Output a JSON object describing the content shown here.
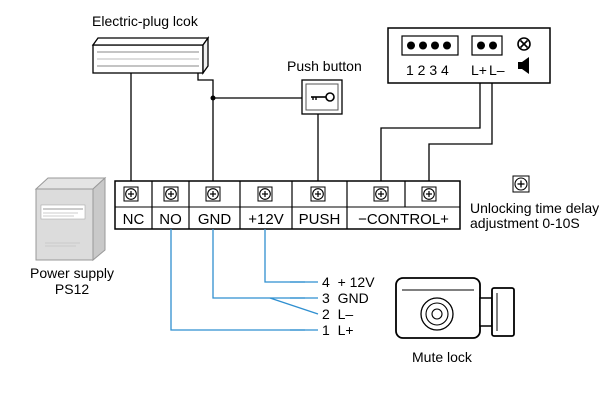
{
  "labels": {
    "electric_plug_lock": "Electric-plug lcok",
    "push_button": "Push button",
    "power_supply_line1": "Power supply",
    "power_supply_line2": "PS12",
    "unlocking_line1": "Unlocking time delay",
    "unlocking_line2": "adjustment   0-10S",
    "mute_lock": "Mute lock"
  },
  "control_box": {
    "digits": "1 2 3 4",
    "lplus": "L+",
    "lminus": "L–"
  },
  "terminals": [
    "NC",
    "NO",
    "GND",
    "+12V",
    "PUSH",
    "−CONTROL+"
  ],
  "mute_lock_wires": [
    {
      "number": "4",
      "label": "+ 12V"
    },
    {
      "number": "3",
      "label": "GND"
    },
    {
      "number": "2",
      "label": "L–"
    },
    {
      "number": "1",
      "label": "L+"
    }
  ],
  "colors": {
    "line": "#000000",
    "blue_wire": "#2f8fd0"
  }
}
